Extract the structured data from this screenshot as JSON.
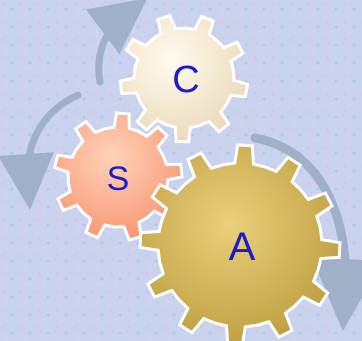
{
  "colors": {
    "background": "#c9d3ee",
    "speckle_pink": "#e7b9d9",
    "speckle_blue": "#a9c3ec",
    "arrow": "#9fb0c8",
    "gear_outline": "#ffffff",
    "gear_c_fill": "#f4ead4",
    "gear_s_fill": "#fba98a",
    "gear_a_fill": "#cfb44e",
    "label": "#1a1ad0"
  },
  "gears": [
    {
      "id": "c",
      "letter": "C"
    },
    {
      "id": "s",
      "letter": "S"
    },
    {
      "id": "a",
      "letter": "A"
    }
  ]
}
